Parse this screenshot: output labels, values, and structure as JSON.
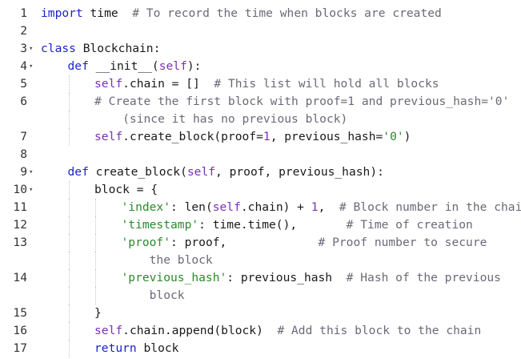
{
  "editor": {
    "lines": [
      {
        "num": "1",
        "fold": false,
        "indent": 0,
        "tokens": [
          {
            "t": "import",
            "c": "k"
          },
          {
            "t": " time  ",
            "c": "n"
          },
          {
            "t": "# To record the time when blocks are created",
            "c": "c"
          }
        ]
      },
      {
        "num": "2",
        "fold": false,
        "indent": 0,
        "tokens": []
      },
      {
        "num": "3",
        "fold": true,
        "indent": 0,
        "tokens": [
          {
            "t": "class",
            "c": "k"
          },
          {
            "t": " Blockchain:",
            "c": "n"
          }
        ]
      },
      {
        "num": "4",
        "fold": true,
        "indent": 1,
        "tokens": [
          {
            "t": "def",
            "c": "k"
          },
          {
            "t": " __init__(",
            "c": "f"
          },
          {
            "t": "self",
            "c": "m"
          },
          {
            "t": "):",
            "c": "n"
          }
        ]
      },
      {
        "num": "5",
        "fold": false,
        "indent": 2,
        "tokens": [
          {
            "t": "self",
            "c": "m"
          },
          {
            "t": ".chain = []  ",
            "c": "n"
          },
          {
            "t": "# This list will hold all blocks",
            "c": "c"
          }
        ]
      },
      {
        "num": "6",
        "fold": false,
        "indent": 2,
        "tokens": [
          {
            "t": "# Create the first block with proof=1 and previous_hash='0'",
            "c": "c"
          }
        ]
      },
      {
        "num": "",
        "fold": false,
        "indent": 2,
        "wrap": true,
        "tokens": [
          {
            "t": "    (since it has no previous block)",
            "c": "c"
          }
        ]
      },
      {
        "num": "7",
        "fold": false,
        "indent": 2,
        "tokens": [
          {
            "t": "self",
            "c": "m"
          },
          {
            "t": ".create_block(proof=",
            "c": "n"
          },
          {
            "t": "1",
            "c": "m"
          },
          {
            "t": ", previous_hash=",
            "c": "n"
          },
          {
            "t": "'0'",
            "c": "s"
          },
          {
            "t": ")",
            "c": "n"
          }
        ]
      },
      {
        "num": "8",
        "fold": false,
        "indent": 0,
        "tokens": []
      },
      {
        "num": "9",
        "fold": true,
        "indent": 1,
        "tokens": [
          {
            "t": "def",
            "c": "k"
          },
          {
            "t": " create_block(",
            "c": "f"
          },
          {
            "t": "self",
            "c": "m"
          },
          {
            "t": ", proof, previous_hash):",
            "c": "n"
          }
        ]
      },
      {
        "num": "10",
        "fold": true,
        "indent": 2,
        "tokens": [
          {
            "t": "block = {",
            "c": "n"
          }
        ]
      },
      {
        "num": "11",
        "fold": false,
        "indent": 3,
        "tokens": [
          {
            "t": "'index'",
            "c": "s"
          },
          {
            "t": ": len(",
            "c": "n"
          },
          {
            "t": "self",
            "c": "m"
          },
          {
            "t": ".chain) + ",
            "c": "n"
          },
          {
            "t": "1",
            "c": "m"
          },
          {
            "t": ",  ",
            "c": "n"
          },
          {
            "t": "# Block number in the chain",
            "c": "c"
          }
        ]
      },
      {
        "num": "12",
        "fold": false,
        "indent": 3,
        "tokens": [
          {
            "t": "'timestamp'",
            "c": "s"
          },
          {
            "t": ": time.time(),       ",
            "c": "n"
          },
          {
            "t": "# Time of creation",
            "c": "c"
          }
        ]
      },
      {
        "num": "13",
        "fold": false,
        "indent": 3,
        "tokens": [
          {
            "t": "'proof'",
            "c": "s"
          },
          {
            "t": ": proof,             ",
            "c": "n"
          },
          {
            "t": "# Proof number to secure",
            "c": "c"
          }
        ]
      },
      {
        "num": "",
        "fold": false,
        "indent": 3,
        "wrap": true,
        "tokens": [
          {
            "t": "    the block",
            "c": "c"
          }
        ]
      },
      {
        "num": "14",
        "fold": false,
        "indent": 3,
        "tokens": [
          {
            "t": "'previous_hash'",
            "c": "s"
          },
          {
            "t": ": previous_hash  ",
            "c": "n"
          },
          {
            "t": "# Hash of the previous",
            "c": "c"
          }
        ]
      },
      {
        "num": "",
        "fold": false,
        "indent": 3,
        "wrap": true,
        "tokens": [
          {
            "t": "    block",
            "c": "c"
          }
        ]
      },
      {
        "num": "15",
        "fold": false,
        "indent": 2,
        "tokens": [
          {
            "t": "}",
            "c": "n"
          }
        ]
      },
      {
        "num": "16",
        "fold": false,
        "indent": 2,
        "tokens": [
          {
            "t": "self",
            "c": "m"
          },
          {
            "t": ".chain.append(block)  ",
            "c": "n"
          },
          {
            "t": "# Add this block to the chain",
            "c": "c"
          }
        ]
      },
      {
        "num": "17",
        "fold": false,
        "indent": 2,
        "tokens": [
          {
            "t": "return",
            "c": "k"
          },
          {
            "t": " block",
            "c": "n"
          }
        ]
      }
    ],
    "fold_glyph": "▾",
    "colors": {
      "keyword": "#1c23c8",
      "string": "#2a8a2a",
      "comment": "#6a6a78",
      "self_number": "#7b2fb5",
      "text": "#1a1a1a",
      "background": "#ffffff"
    }
  }
}
